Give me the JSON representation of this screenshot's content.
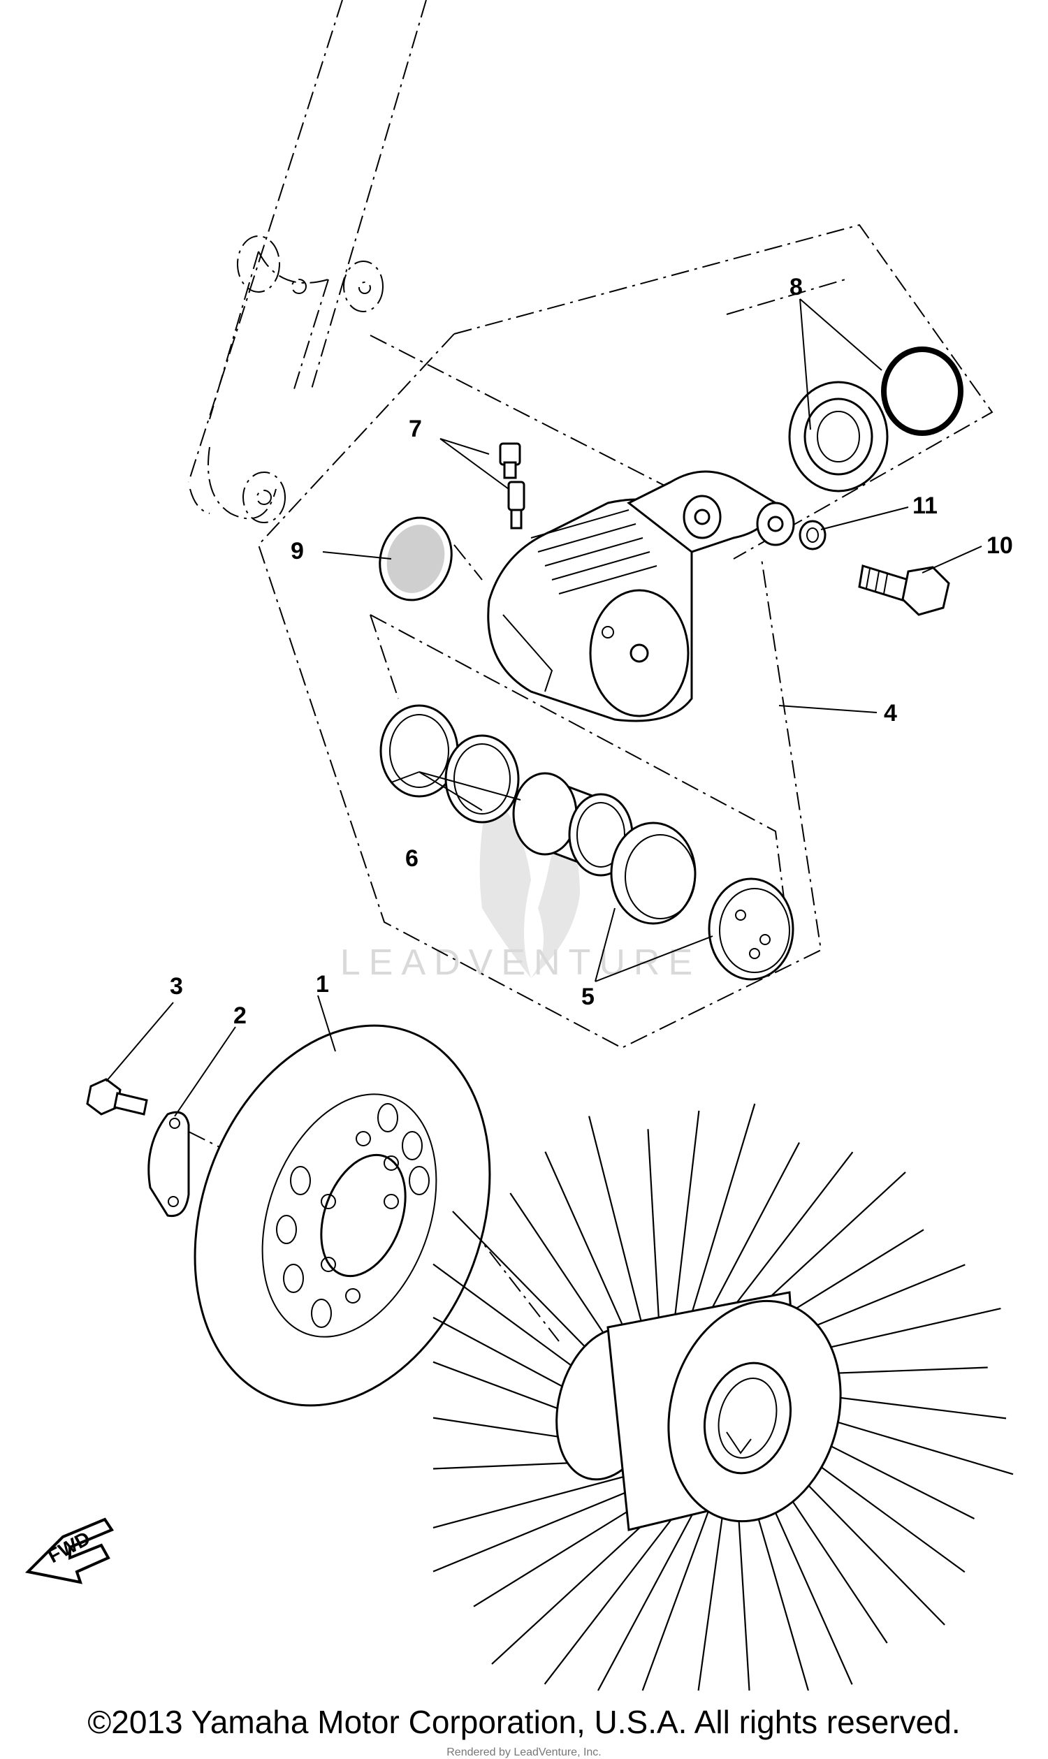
{
  "callouts": {
    "c1": "1",
    "c2": "2",
    "c3": "3",
    "c4": "4",
    "c5": "5",
    "c6": "6",
    "c7": "7",
    "c8": "8",
    "c9": "9",
    "c10": "10",
    "c11": "11"
  },
  "fwd_label": "FWD",
  "watermark": "LEADVENTURE",
  "watermark_sub": "Rendered by LeadVenture, Inc.",
  "copyright": "©2013 Yamaha Motor Corporation, U.S.A. All rights reserved."
}
